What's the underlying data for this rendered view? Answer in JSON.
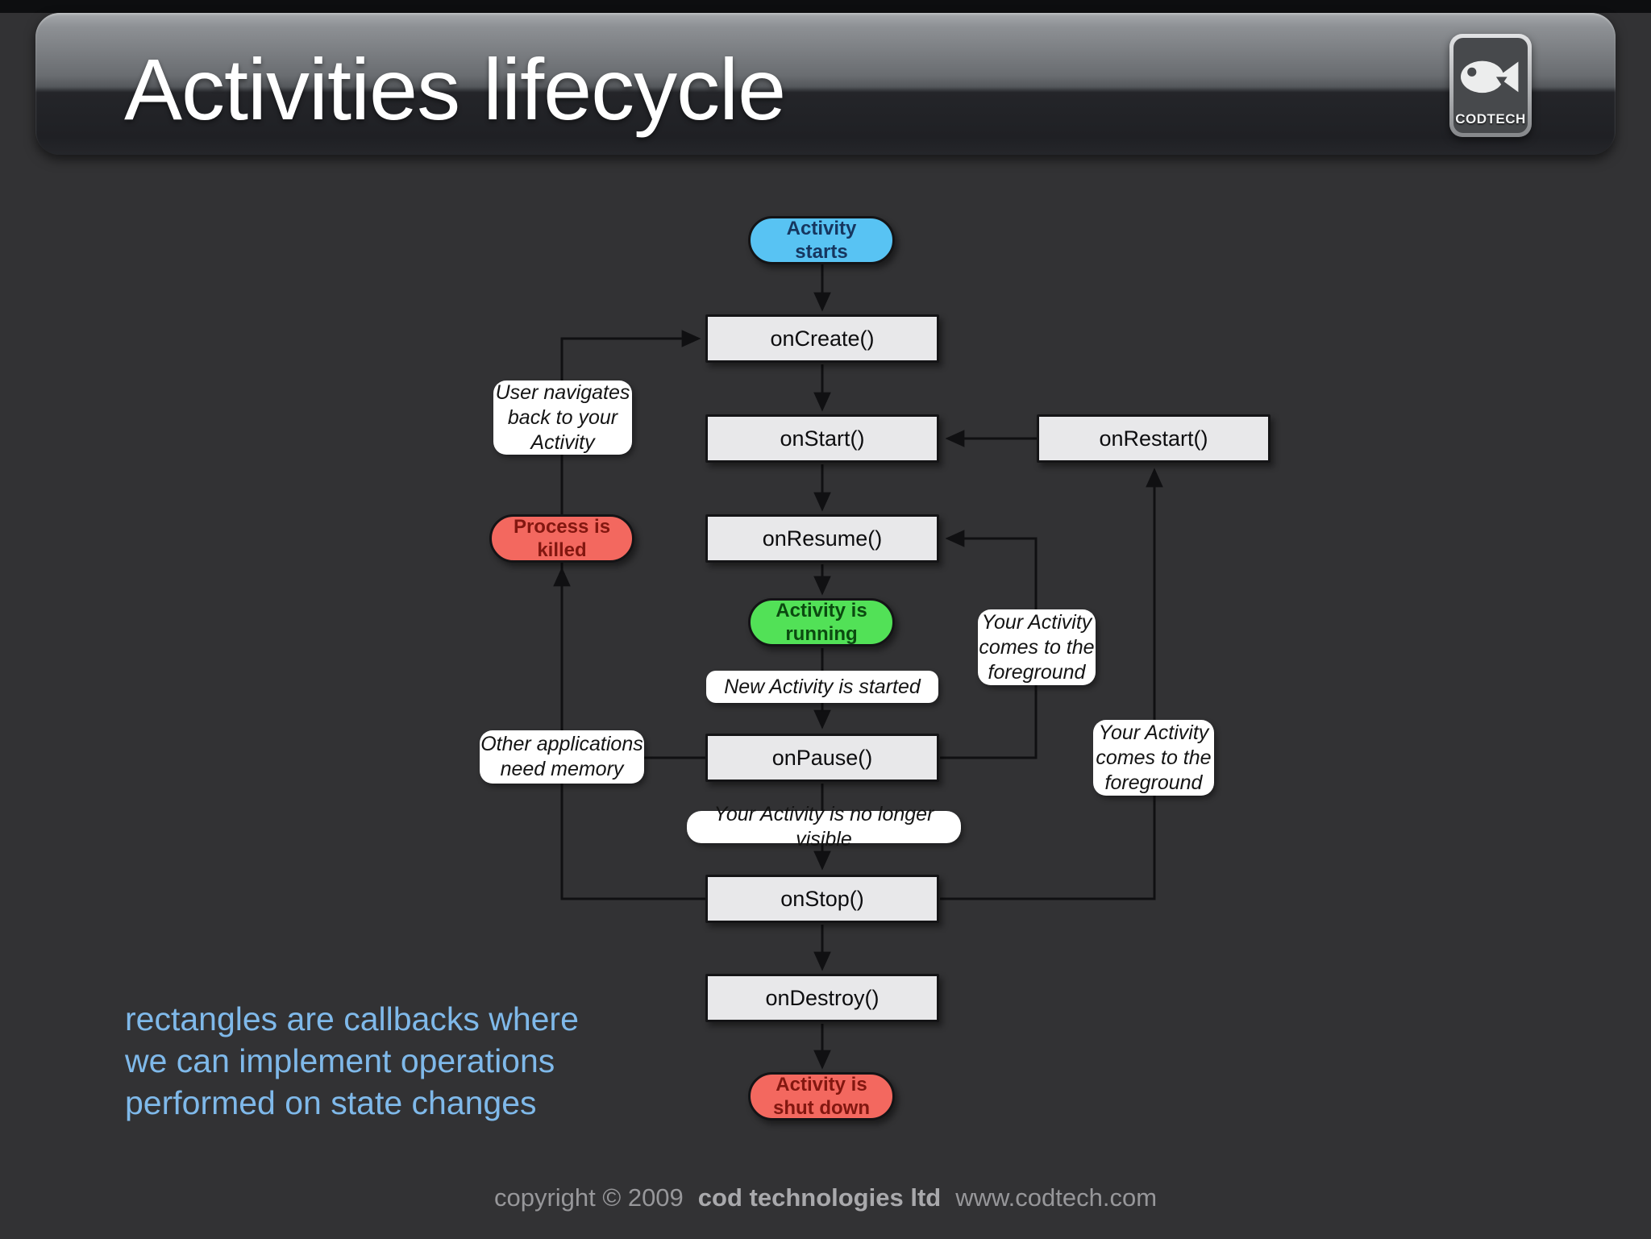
{
  "slide": {
    "title": "Activities lifecycle",
    "logo_text": "CODTECH",
    "note": "rectangles are callbacks where\nwe can implement operations\nperformed on state changes",
    "footer": {
      "copyright": "copyright © 2009",
      "company": "cod technologies ltd",
      "website": "www.codtech.com"
    }
  },
  "colors": {
    "blue": "#58c3f3",
    "green": "#52e157",
    "red": "#f3685f",
    "box": "#e8e8ea",
    "note": "#7fb9ea"
  },
  "diagram": {
    "nodes": {
      "activity_starts": {
        "label": "Activity\nstarts",
        "type": "state"
      },
      "on_create": {
        "label": "onCreate()",
        "type": "callback"
      },
      "on_start": {
        "label": "onStart()",
        "type": "callback"
      },
      "on_restart": {
        "label": "onRestart()",
        "type": "callback"
      },
      "on_resume": {
        "label": "onResume()",
        "type": "callback"
      },
      "activity_running": {
        "label": "Activity is\nrunning",
        "type": "state"
      },
      "on_pause": {
        "label": "onPause()",
        "type": "callback"
      },
      "on_stop": {
        "label": "onStop()",
        "type": "callback"
      },
      "on_destroy": {
        "label": "onDestroy()",
        "type": "callback"
      },
      "activity_shut_down": {
        "label": "Activity is\nshut down",
        "type": "state"
      },
      "process_killed": {
        "label": "Process is\nkilled",
        "type": "state"
      }
    },
    "labels": {
      "user_navigates": "User navigates\nback to your\nActivity",
      "new_activity": "New Activity is started",
      "foreground_1": "Your Activity\ncomes to the\nforeground",
      "foreground_2": "Your Activity\ncomes to the\nforeground",
      "other_apps": "Other applications\nneed memory",
      "no_longer_visible": "Your Activity is no longer visible"
    }
  }
}
